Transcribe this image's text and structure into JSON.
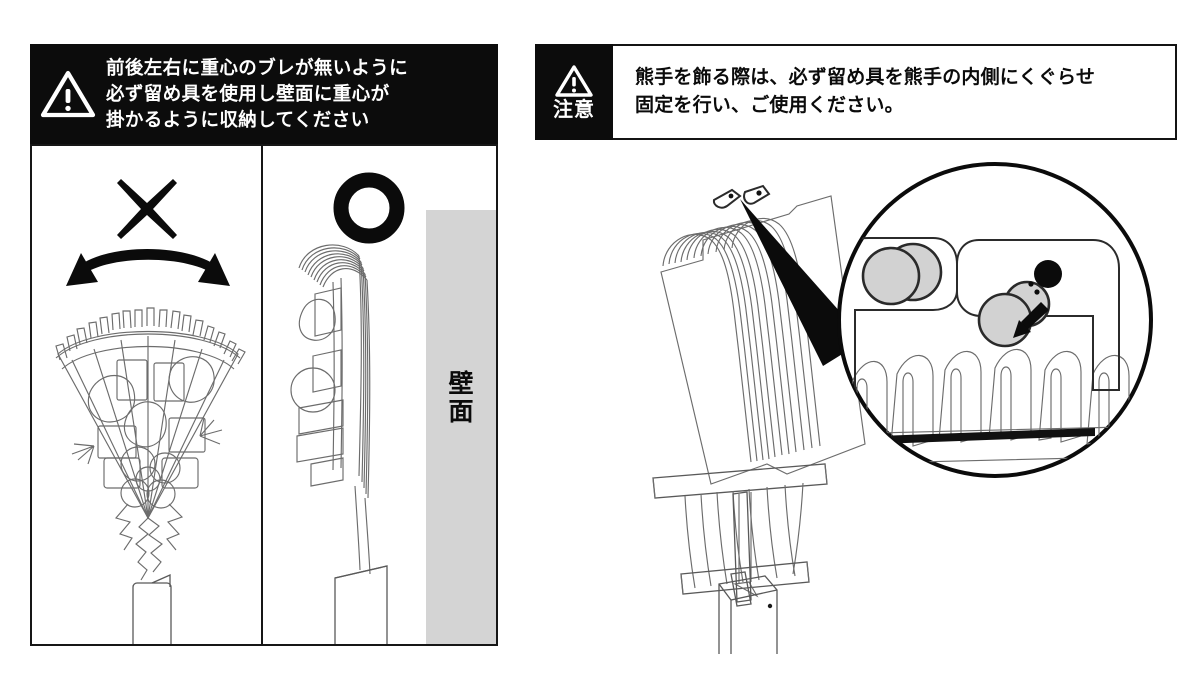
{
  "document": {
    "type": "instruction-warning-diagram",
    "language": "ja",
    "subject": "kumade-ornamental-rake-mounting-instructions"
  },
  "left_panel": {
    "warning_banner": {
      "icon": "warning-triangle-icon",
      "background_color": "#0c0c0c",
      "text_color": "#ffffff",
      "lines": [
        "前後左右に重心のブレが無いように",
        "必ず留め具を使用し壁面に重心が",
        "掛かるように収納してください"
      ]
    },
    "cells": [
      {
        "id": "incorrect",
        "mark": "×",
        "mark_name": "cross-mark-ng",
        "annotation": "swing-arrow-double-headed",
        "illustration": "decorated-kumade-front-view-unstable"
      },
      {
        "id": "correct",
        "mark": "○",
        "mark_name": "circle-mark-ok",
        "illustration": "decorated-kumade-side-view-against-wall",
        "wall_label_chars": [
          "壁",
          "面"
        ],
        "wall_band_color": "#d4d4d4"
      }
    ]
  },
  "right_panel": {
    "caution_header": {
      "icon": "warning-triangle-icon",
      "badge_label": "注意",
      "badge_background": "#0c0c0c",
      "badge_text_color": "#ffffff",
      "body_background": "#ffffff",
      "body_text_color": "#0b0b0b",
      "lines": [
        "熊手を飾る際は、必ず留め具を熊手の内側にくぐらせ",
        "固定を行い、ご使用ください。"
      ]
    },
    "illustration": {
      "name": "bare-kumade-with-fastener-detail",
      "parts": [
        "backing-board",
        "bamboo-tines",
        "upper-crossbar",
        "lower-crossbar",
        "handle",
        "handle-base-stand",
        "metal-fastener-clips"
      ],
      "callout": {
        "name": "magnifier-callout",
        "shape": "circle",
        "wedge_color": "#0b0b0b",
        "detail": "fastener-hooked-under-inner-side-of-tines"
      }
    }
  },
  "colors": {
    "ink_black": "#0c0c0c",
    "line_gray": "#6c6c6c",
    "wall_gray": "#d4d4d4",
    "paper_white": "#ffffff"
  }
}
